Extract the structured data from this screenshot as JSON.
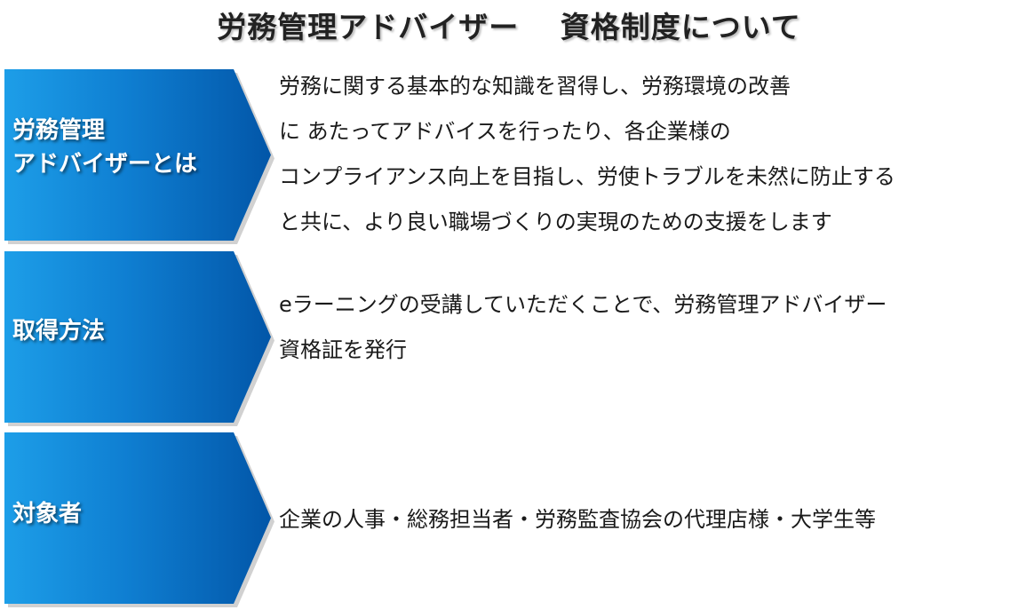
{
  "title": "労務管理アドバイザー　 資格制度について",
  "sections": [
    {
      "label_lines": [
        "労務管理",
        "アドバイザーとは"
      ],
      "desc_lines": [
        "労務に関する基本的な知識を習得し、労務環境の改善",
        "に あたってアドバイスを行ったり、各企業様の",
        "コンプライアンス向上を目指し、労使トラブルを未然に防止する",
        "と共に、より良い職場づくりの実現のための支援をします"
      ]
    },
    {
      "label_lines": [
        "取得方法"
      ],
      "desc_lines": [
        "eラーニングの受講していただくことで、労務管理アドバイザー",
        "資格証を発行"
      ]
    },
    {
      "label_lines": [
        "対象者"
      ],
      "desc_lines": [
        "企業の人事・総務担当者・労務監査協会の代理店様・大学生等"
      ]
    }
  ],
  "colors": {
    "chevron_light": "#1d9ee8",
    "chevron_dark": "#0256a8",
    "text": "#1a1a1a"
  }
}
